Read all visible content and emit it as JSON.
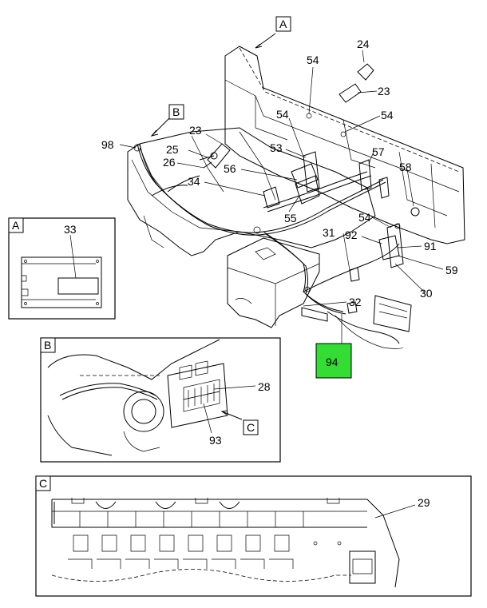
{
  "callouts": {
    "c24": "24",
    "c23a": "23",
    "c54a": "54",
    "c54b": "54",
    "c54c": "54",
    "c98": "98",
    "c23b": "23",
    "c25": "25",
    "c26": "26",
    "c53": "53",
    "c57": "57",
    "c58": "58",
    "c56": "56",
    "c34": "34",
    "c55": "55",
    "c54d": "54",
    "c33": "33",
    "c31": "31",
    "c92": "92",
    "c91": "91",
    "c59": "59",
    "c30": "30",
    "c32": "32",
    "c94": "94",
    "c28": "28",
    "c93": "93",
    "c29": "29"
  },
  "views": {
    "a_pointer": "A",
    "b_pointer": "B",
    "a_panel": "A",
    "b_panel": "B",
    "c_pointer": "C",
    "c_panel": "C"
  },
  "highlight": {
    "color": "#33dd33",
    "label": "94"
  }
}
